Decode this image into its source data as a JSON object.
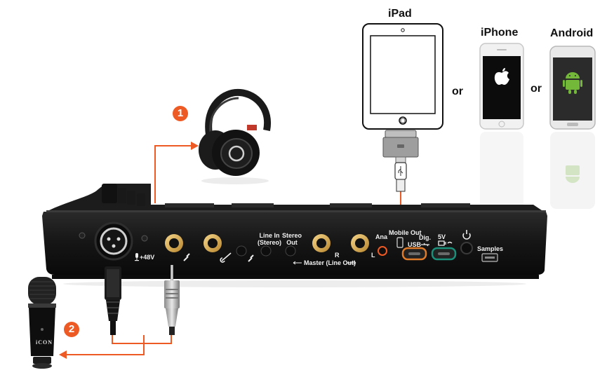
{
  "devices": {
    "ipad": "iPad",
    "iphone": "iPhone",
    "android": "Android",
    "or": "or"
  },
  "badges": {
    "headphones": "1",
    "microphone": "2"
  },
  "panel": {
    "phantom": "+48V",
    "line_in_line1": "Line In",
    "line_in_line2": "(Stereo)",
    "stereo_out_line1": "Stereo",
    "stereo_out_line2": "Out",
    "master": "Master (Line Out)",
    "left": "L",
    "right": "R",
    "ana": "Ana",
    "mobile_out": "Mobile Out",
    "dig": "Dig.",
    "usb": "USB",
    "five_v": "5V",
    "samples": "Samples"
  },
  "mic_brand": "iCON",
  "colors": {
    "cable": "#ee5a24",
    "usb_port_ring": "#e07b2a",
    "power_port_ring": "#1a8f7a",
    "android": "#74b83a"
  }
}
